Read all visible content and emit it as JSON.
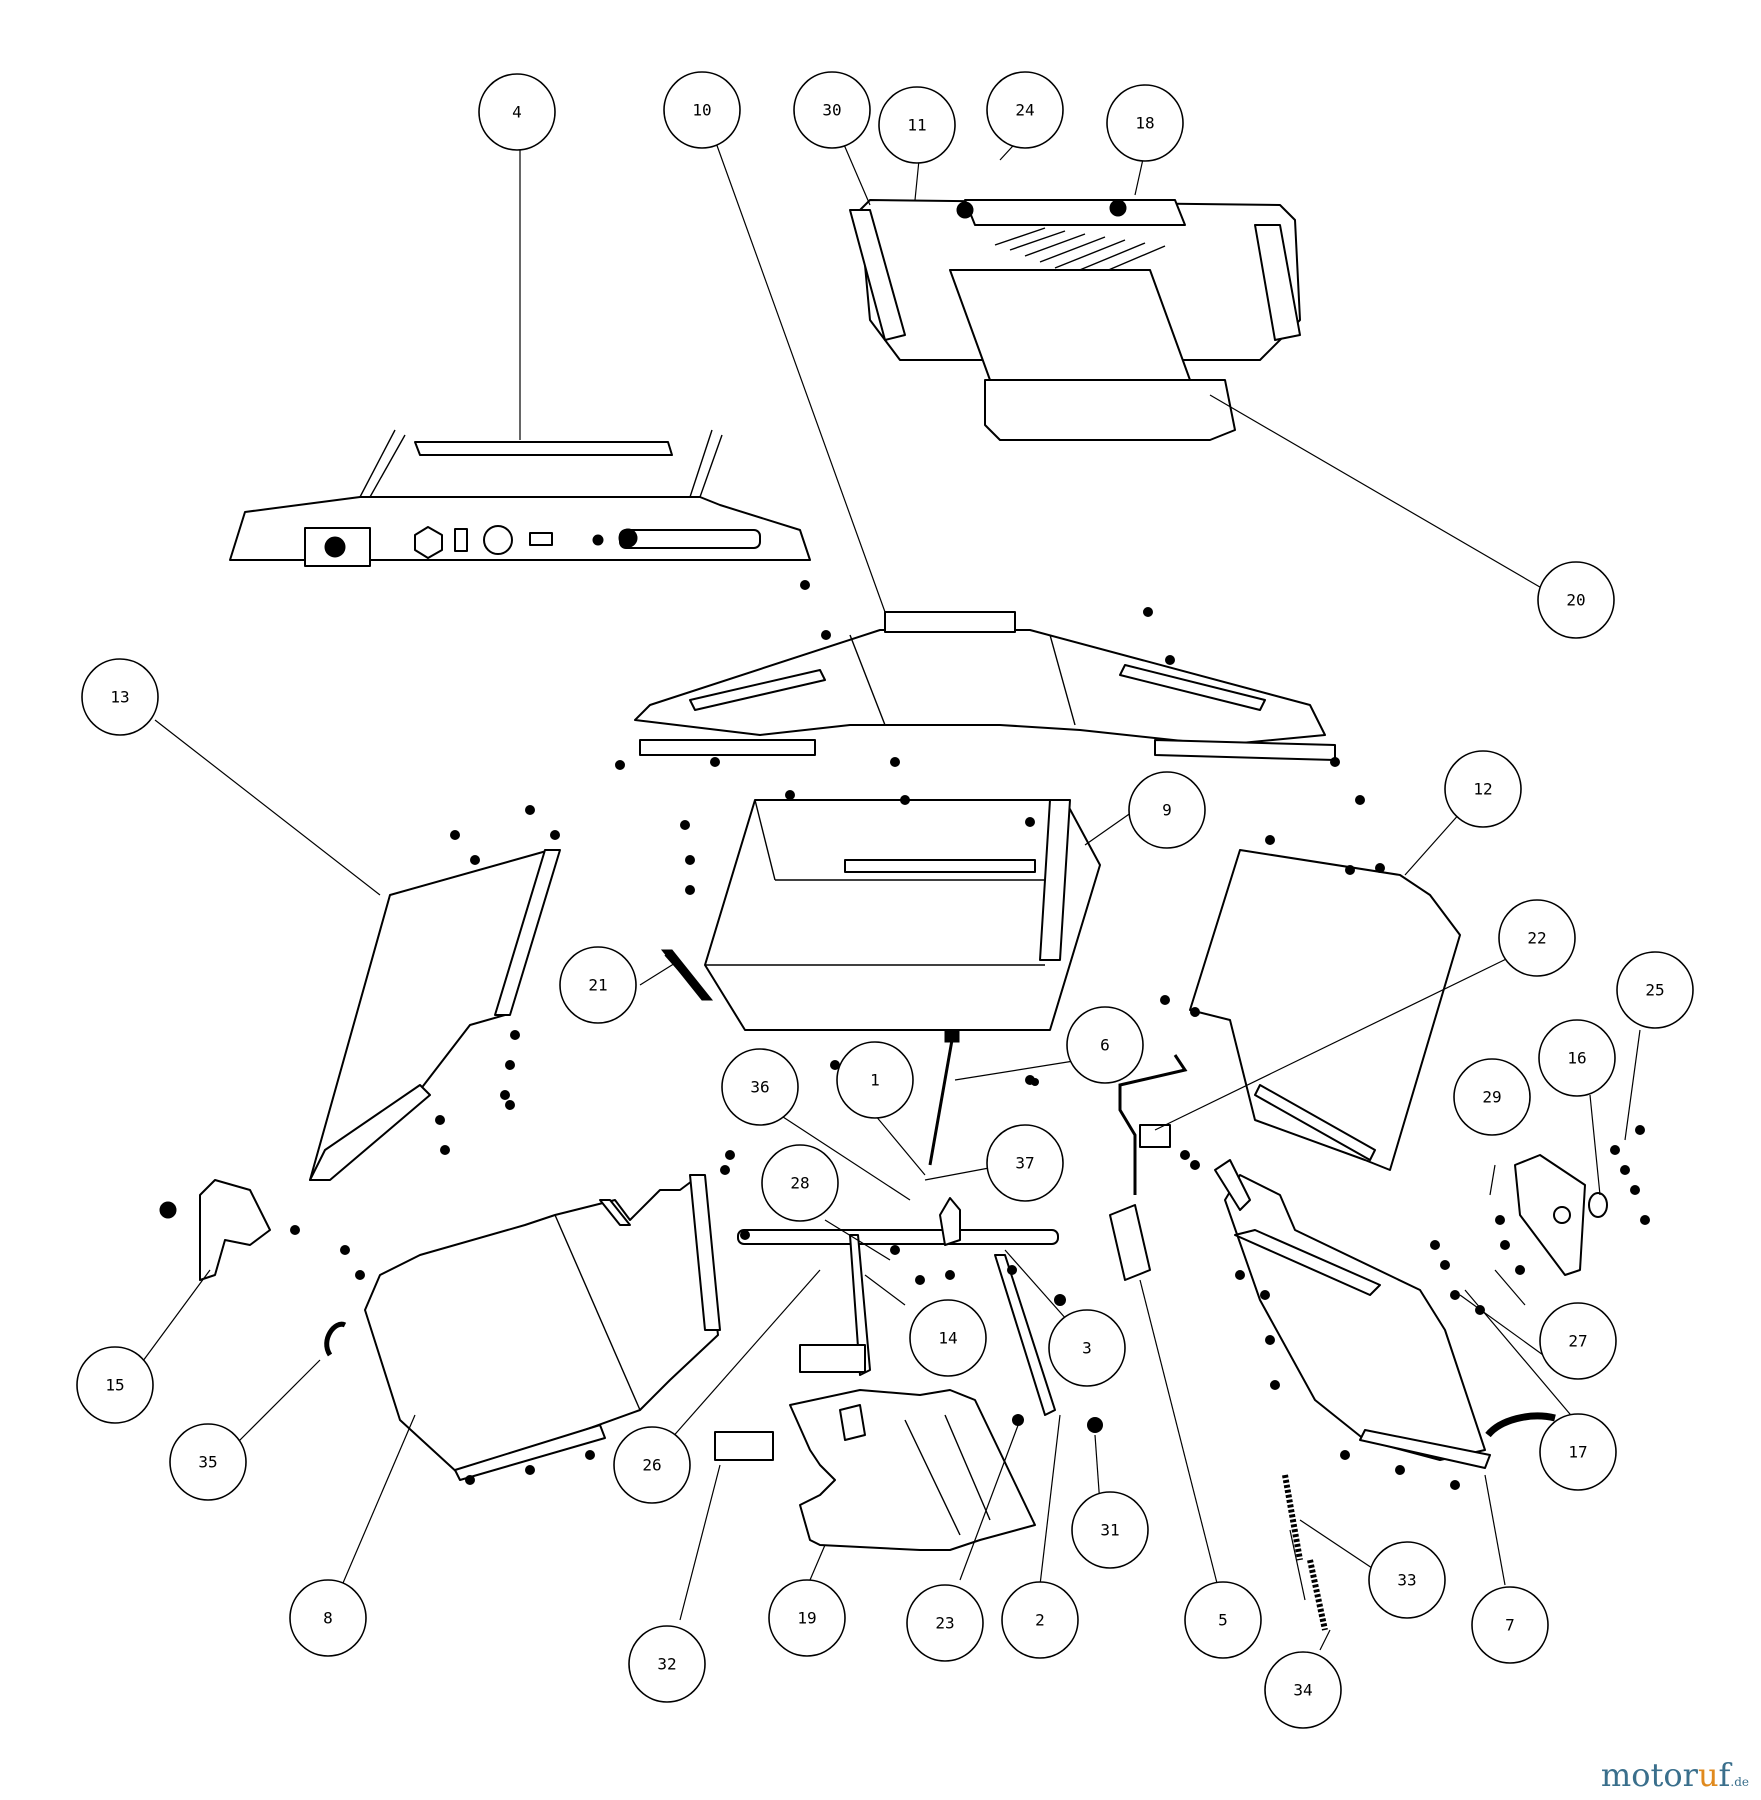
{
  "callouts": [
    "1",
    "2",
    "3",
    "4",
    "5",
    "6",
    "7",
    "8",
    "9",
    "10",
    "11",
    "12",
    "13",
    "14",
    "15",
    "16",
    "17",
    "18",
    "19",
    "20",
    "21",
    "22",
    "23",
    "24",
    "25",
    "26",
    "27",
    "28",
    "29",
    "30",
    "31",
    "32",
    "33",
    "34",
    "35",
    "36",
    "37"
  ],
  "watermark": {
    "main": "motor",
    "accent": "u",
    "tail": "f",
    "tld": ".de"
  },
  "colors": {
    "line": "#000000",
    "background": "#ffffff",
    "brand": "#3a6f8c",
    "brand_accent": "#e08a1e"
  }
}
